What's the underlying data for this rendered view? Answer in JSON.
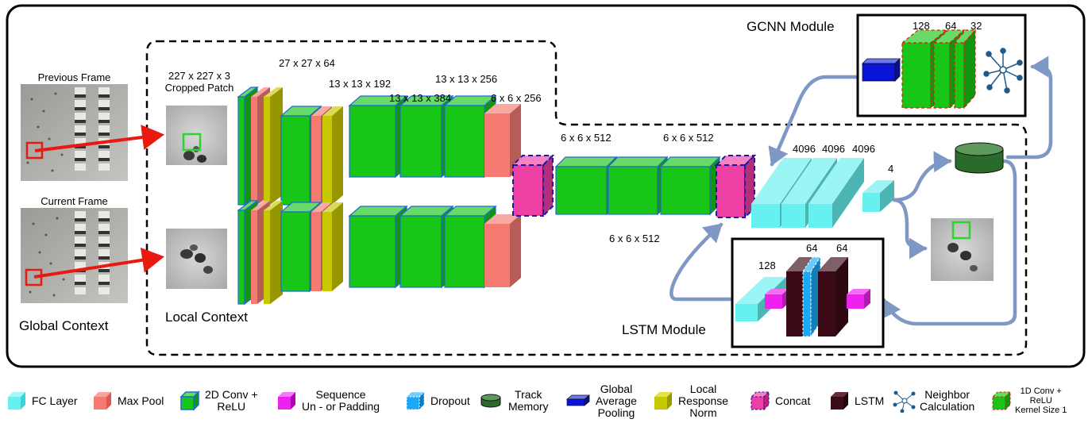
{
  "modules": {
    "gcnn": "GCNN Module",
    "lstm": "LSTM Module"
  },
  "frames": {
    "previous": "Previous Frame",
    "current": "Current Frame"
  },
  "context": {
    "global": "Global Context",
    "local": "Local Context"
  },
  "dims": {
    "patch": "227 x 227 x 3",
    "patch_sub": "Cropped Patch",
    "d27": "27 x 27 x 64",
    "d13_192": "13 x 13 x 192",
    "d13_384": "13 x 13 x 384",
    "d13_256": "13 x 13 x 256",
    "d6_256": "6 x 6 x 256",
    "d6_512_a": "6 x 6 x 512",
    "d6_512_b": "6 x 6 x 512",
    "d6_512_c": "6 x 6 x 512",
    "fc1": "4096",
    "fc2": "4096",
    "fc3": "4096",
    "fc4": "4",
    "gcnn_128": "128",
    "gcnn_64": "64",
    "gcnn_32": "32",
    "lstm_128": "128",
    "lstm_64a": "64",
    "lstm_64b": "64"
  },
  "legend": {
    "fc": "FC Layer",
    "maxpool": "Max Pool",
    "conv_1": "2D Conv +",
    "conv_2": "ReLU",
    "seq_1": "Sequence",
    "seq_2": "Un - or Padding",
    "dropout": "Dropout",
    "track_1": "Track",
    "track_2": "Memory",
    "gap_1": "Global",
    "gap_2": "Average",
    "gap_3": "Pooling",
    "lrn_1": "Local",
    "lrn_2": "Response",
    "lrn_3": "Norm",
    "concat": "Concat",
    "lstm": "LSTM",
    "neighbor_1": "Neighbor",
    "neighbor_2": "Calculation",
    "conv1d_1": "1D Conv +",
    "conv1d_2": "ReLU",
    "conv1d_3": "Kernel Size 1"
  },
  "colors": {
    "fc": "#66f0f0",
    "maxpool": "#f47a72",
    "conv": "#17c617",
    "lrn": "#c8c800",
    "concat": "#ee3fa4",
    "seq_pad": "#ee22ee",
    "lstm": "#3a0a16",
    "dropout": "#19a9f5",
    "gap": "#0a14d8",
    "track": "#2a6a2a",
    "arrow_red": "#e8190f",
    "arrow_blue": "#7d98c4"
  }
}
